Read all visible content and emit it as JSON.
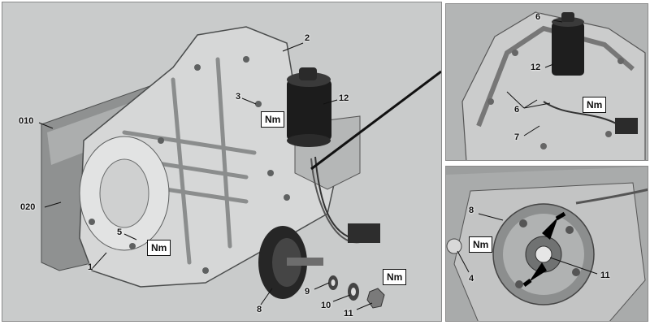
{
  "callouts": {
    "main": [
      "010",
      "020",
      "1",
      "2",
      "3",
      "5",
      "8",
      "9",
      "10",
      "11",
      "12"
    ],
    "top_right": [
      "6",
      "12",
      "6",
      "7"
    ],
    "bottom_right": [
      "8",
      "4",
      "11"
    ]
  },
  "torque_label": "Nm",
  "colors": {
    "main_bg": "#c9cbcb",
    "casting": "#d7d8d8",
    "shadow": "#6f7272",
    "motor": "#1c1c1c"
  }
}
